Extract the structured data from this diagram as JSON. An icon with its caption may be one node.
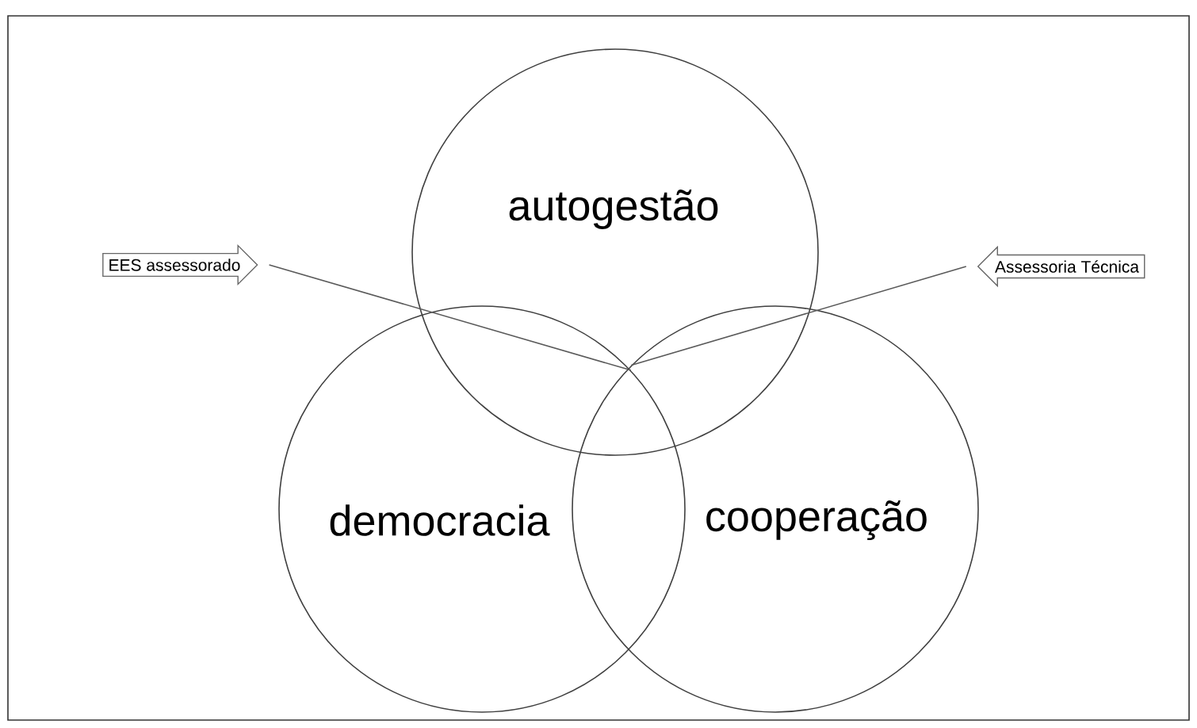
{
  "diagram": {
    "nodes": [
      {
        "text": [
          "autogestão"
        ]
      },
      {
        "text": [
          "democracia"
        ]
      },
      {
        "text": [
          "cooperação"
        ]
      },
      {
        "text": [
          "EES assessorado"
        ]
      },
      {
        "text": [
          "Assessoria Técnica"
        ]
      }
    ],
    "edges": [
      {
        "from": 3,
        "to": 1,
        "arrow": "none"
      },
      {
        "from": 4,
        "to": 2,
        "arrow": "none"
      }
    ]
  }
}
